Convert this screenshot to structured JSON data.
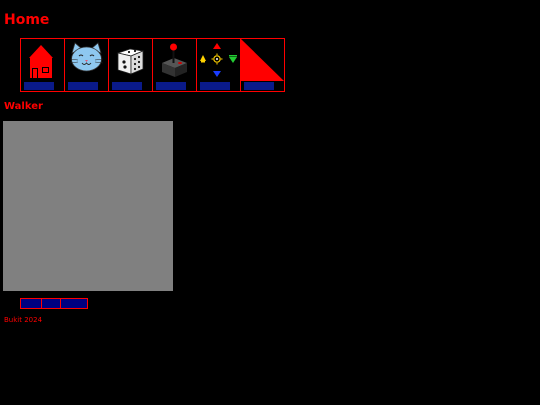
{
  "colors": {
    "accent": "#ff0000",
    "canvas": "#808080",
    "background": "#000000",
    "label": "#0a1a8a",
    "button_fill": "#000080"
  },
  "page": {
    "title": "Home"
  },
  "nav": {
    "items": [
      {
        "id": "home",
        "icon": "house-icon",
        "label": ""
      },
      {
        "id": "cat",
        "icon": "cat-face-icon",
        "label": ""
      },
      {
        "id": "dice",
        "icon": "dice-icon",
        "label": ""
      },
      {
        "id": "joystick",
        "icon": "joystick-icon",
        "label": ""
      },
      {
        "id": "arrows",
        "icon": "color-arrows-icon",
        "label": ""
      },
      {
        "id": "triangle",
        "icon": "red-triangle-icon",
        "label": ""
      }
    ]
  },
  "section": {
    "heading": "Walker"
  },
  "controls": {
    "buttons": [
      {
        "id": "ctrl-1",
        "label": ""
      },
      {
        "id": "ctrl-2",
        "label": ""
      },
      {
        "id": "ctrl-3",
        "label": ""
      }
    ]
  },
  "footer": {
    "text": "Bukit 2024"
  }
}
